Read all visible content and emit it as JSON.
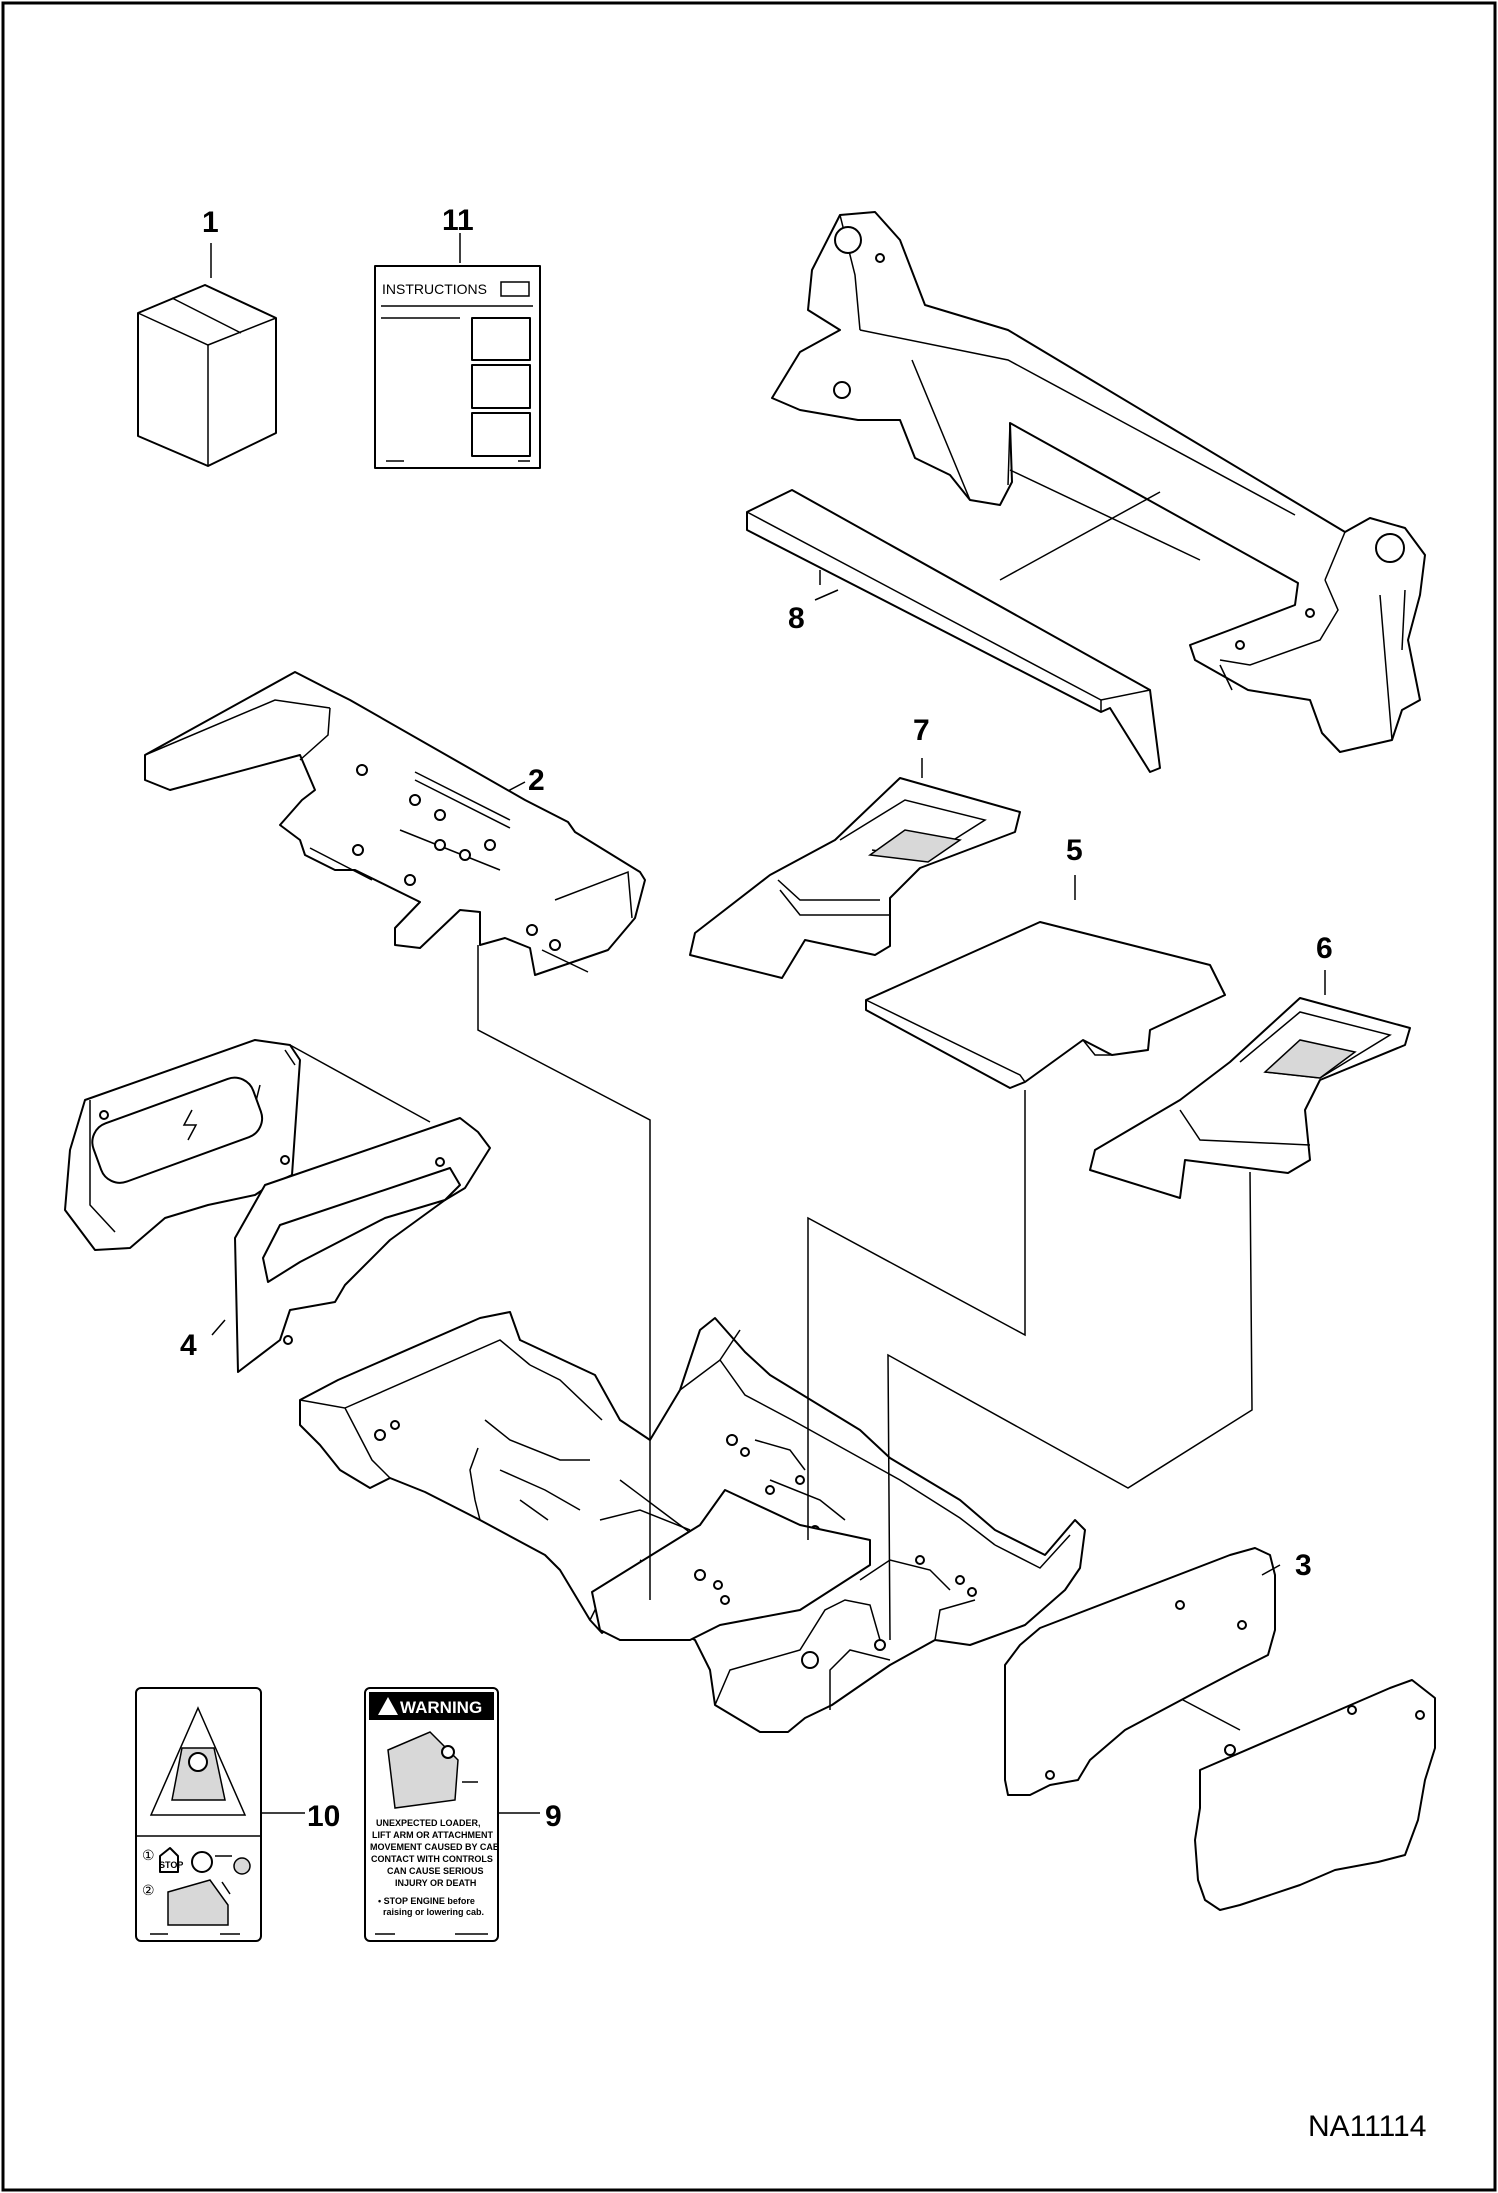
{
  "drawing": {
    "id": "NA11114",
    "instructions_text": "INSTRUCTIONS",
    "warning_header": "WARNING",
    "warning_lines": [
      "UNEXPECTED LOADER,",
      "LIFT ARM OR ATTACHMENT",
      "MOVEMENT CAUSED BY CAB",
      "CONTACT WITH CONTROLS",
      "CAN CAUSE SERIOUS",
      "INJURY OR DEATH"
    ],
    "warning_bullet_1": "• STOP ENGINE before",
    "warning_bullet_2": "raising or lowering cab.",
    "decal_step_1": "①",
    "decal_step_2": "②",
    "decal_stop": "STOP"
  },
  "callouts": {
    "c1": "1",
    "c2": "2",
    "c3": "3",
    "c4": "4",
    "c5": "5",
    "c6": "6",
    "c7": "7",
    "c8": "8",
    "c9": "9",
    "c10": "10",
    "c11": "11"
  }
}
